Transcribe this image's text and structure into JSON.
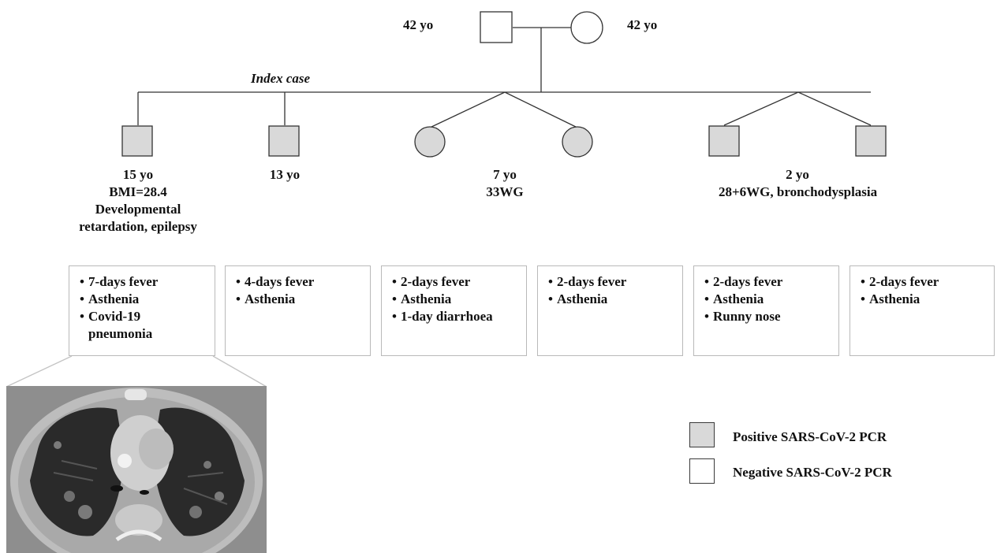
{
  "colors": {
    "positive_fill": "#d9d9d9",
    "negative_fill": "#ffffff",
    "line": "#333333"
  },
  "parents": {
    "father_age": "42 yo",
    "mother_age": "42 yo"
  },
  "index_case_label": "Index case",
  "children_labels": {
    "child1": [
      "15 yo",
      "BMI=28.4",
      "Developmental",
      "retardation, epilepsy"
    ],
    "child2": [
      "13 yo"
    ],
    "twin_girls": [
      "7 yo",
      "33WG"
    ],
    "twin_boys": [
      "2 yo",
      "28+6WG, bronchodysplasia"
    ]
  },
  "symptoms": [
    [
      "7-days fever",
      "Asthenia",
      "Covid-19",
      "pneumonia"
    ],
    [
      "4-days fever",
      "Asthenia"
    ],
    [
      "2-days fever",
      "Asthenia",
      "1-day diarrhoea"
    ],
    [
      "2-days fever",
      "Asthenia"
    ],
    [
      "2-days fever",
      "Asthenia",
      "Runny nose"
    ],
    [
      "2-days fever",
      "Asthenia"
    ]
  ],
  "legend": {
    "positive": "Positive SARS-CoV-2 PCR",
    "negative": "Negative SARS-CoV-2 PCR"
  },
  "ct_image_icon": "chest-ct-scan"
}
